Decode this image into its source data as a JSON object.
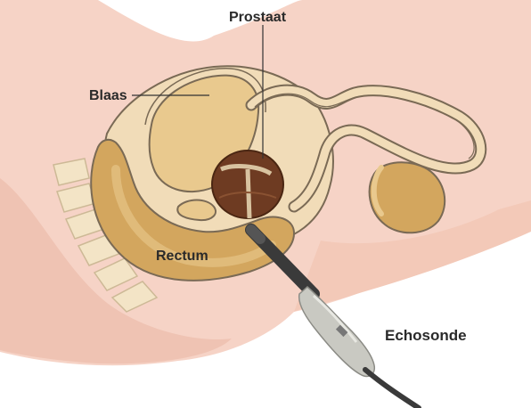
{
  "labels": {
    "prostaat": "Prostaat",
    "blaas": "Blaas",
    "rectum": "Rectum",
    "echosonde": "Echosonde"
  },
  "colors": {
    "skin": "#f6d3c6",
    "skin_light": "#fbe6de",
    "tissue": "#f1dcb8",
    "organ": "#e9c98e",
    "organ_dark": "#d3a65e",
    "outline": "#7a6a55",
    "prostate": "#6e3b22",
    "probe_body": "#c9c9c2",
    "probe_shaft": "#3a3a3a"
  }
}
